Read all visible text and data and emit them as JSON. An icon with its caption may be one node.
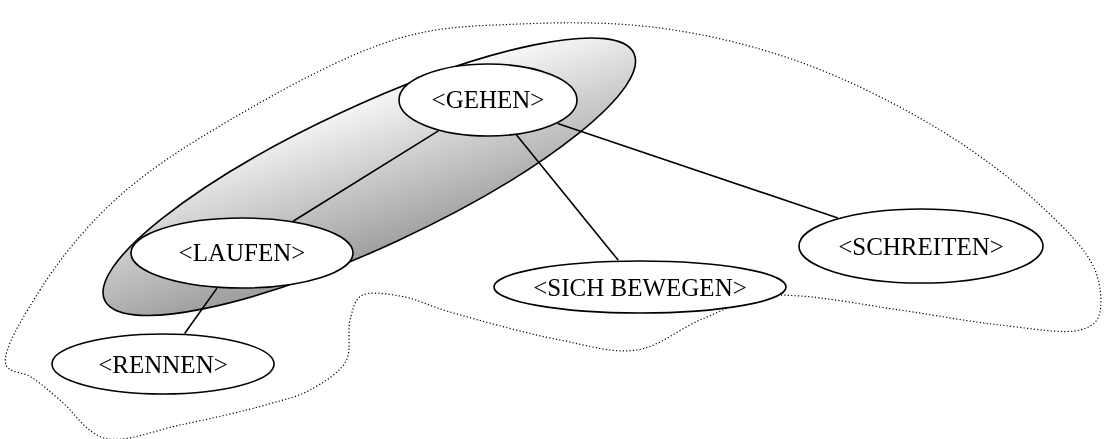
{
  "diagram": {
    "nodes": [
      {
        "text": [],
        "shape": "cloud"
      },
      {
        "text": [],
        "shape": "ellipse",
        "in": 0
      },
      {
        "text": [
          "<GEHEN>"
        ],
        "in": 1
      },
      {
        "text": [
          "<LAUFEN>"
        ],
        "in": 1
      },
      {
        "text": [
          "<SICH BEWEGEN>"
        ],
        "in": 0
      },
      {
        "text": [
          "<SCHREITEN>"
        ],
        "in": 0
      },
      {
        "text": [
          "<RENNEN>"
        ],
        "in": 0
      }
    ],
    "edges": [
      {
        "from": 2,
        "to": 3,
        "arrow": "none"
      },
      {
        "from": 2,
        "to": 4,
        "arrow": "none"
      },
      {
        "from": 2,
        "to": 5,
        "arrow": "none"
      },
      {
        "from": 3,
        "to": 6,
        "arrow": "none"
      }
    ]
  }
}
